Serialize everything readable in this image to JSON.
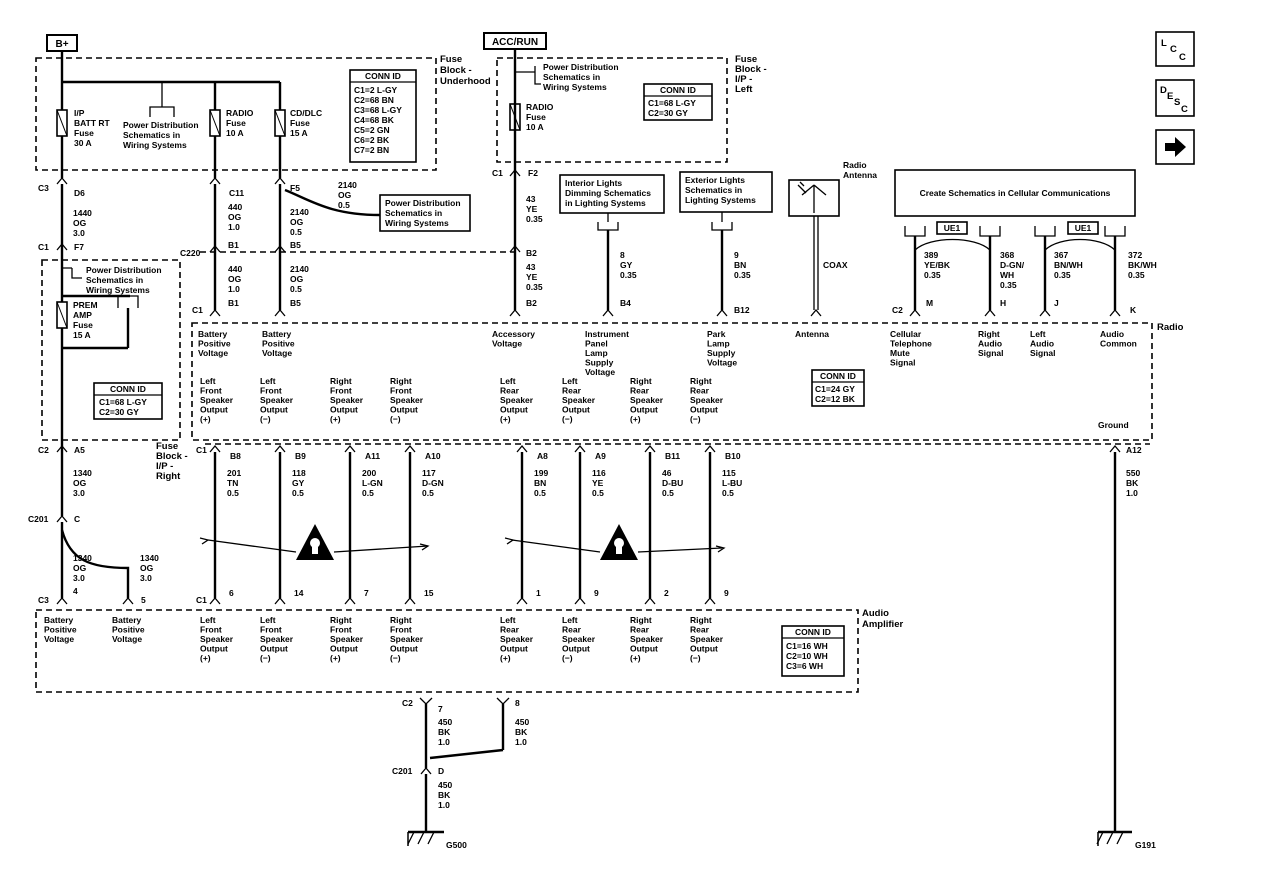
{
  "sources": {
    "batt": "B+",
    "acc": "ACC/RUN"
  },
  "nav_icons": {
    "lcc": [
      "L",
      "C",
      "C"
    ],
    "desc": [
      "D",
      "E",
      "S",
      "C"
    ],
    "arrow": "right-arrow-icon"
  },
  "underhood": {
    "title": [
      "Fuse",
      "Block -",
      "Underhood"
    ],
    "fuse1": [
      "I/P",
      "BATT RT",
      "Fuse",
      "30 A"
    ],
    "pd_note": [
      "Power Distribution",
      "Schematics in",
      "Wiring Systems"
    ],
    "fuse2": [
      "RADIO",
      "Fuse",
      "10 A"
    ],
    "fuse3": [
      "CD/DLC",
      "Fuse",
      "15 A"
    ],
    "conn_title": "CONN ID",
    "conn": [
      "C1=2 L-GY",
      "C2=68 BN",
      "C3=68 L-GY",
      "C4=68 BK",
      "C5=2 GN",
      "C6=2 BK",
      "C7=2 BN"
    ]
  },
  "ip_left": {
    "title": [
      "Fuse",
      "Block -",
      "I/P -",
      "Left"
    ],
    "pd_note": [
      "Power Distribution",
      "Schematics in",
      "Wiring Systems"
    ],
    "fuse": [
      "RADIO",
      "Fuse",
      "10 A"
    ],
    "conn_title": "CONN ID",
    "conn": [
      "C1=68 L-GY",
      "C2=30 GY"
    ]
  },
  "ip_right": {
    "title": [
      "Fuse",
      "Block -",
      "I/P -",
      "Right"
    ],
    "pd_note": [
      "Power Distribution",
      "Schematics in",
      "Wiring Systems"
    ],
    "fuse": [
      "PREM",
      "AMP",
      "Fuse",
      "15 A"
    ],
    "conn_title": "CONN ID",
    "conn": [
      "C1=68 L-GY",
      "C2=30 GY"
    ]
  },
  "pd_box_mid": [
    "Power Distribution",
    "Schematics in",
    "Wiring Systems"
  ],
  "interior_box": [
    "Interior Lights",
    "Dimming Schematics",
    "in Lighting Systems"
  ],
  "exterior_box": [
    "Exterior Lights",
    "Schematics in",
    "Lighting Systems"
  ],
  "cellular_box": "Create Schematics in Cellular Communications",
  "antenna": {
    "title": [
      "Radio",
      "Antenna"
    ],
    "coax": "COAX"
  },
  "radio": {
    "title": "Radio",
    "conn_title": "CONN ID",
    "conn": [
      "C1=24 GY",
      "C2=12 BK"
    ],
    "ground": "Ground"
  },
  "amp": {
    "title": [
      "Audio",
      "Amplifier"
    ],
    "conn_title": "CONN ID",
    "conn": [
      "C1=16 WH",
      "C2=10 WH",
      "C3=6 WH"
    ]
  },
  "conn_marks": {
    "c3": "C3",
    "c1": "C1",
    "c2": "C2",
    "c220": "C220",
    "c201": "C201",
    "ue1": "UE1",
    "d6": "D6",
    "f7": "F7",
    "a5": "A5",
    "c": "C",
    "c11": "C11",
    "f5": "F5",
    "f2": "F2",
    "b1": "B1",
    "b5": "B5",
    "b2": "B2",
    "b4": "B4",
    "b12": "B12",
    "m": "M",
    "h": "H",
    "j": "J",
    "k": "K",
    "a12": "A12",
    "d": "D"
  },
  "wires": {
    "w1440": [
      "1440",
      "OG",
      "3.0"
    ],
    "w440": [
      "440",
      "OG",
      "1.0"
    ],
    "w2140": [
      "2140",
      "OG",
      "0.5"
    ],
    "w2140s": [
      "2140",
      "OG",
      "0.5"
    ],
    "w43": [
      "43",
      "YE",
      "0.35"
    ],
    "w8": [
      "8",
      "GY",
      "0.35"
    ],
    "w9": [
      "9",
      "BN",
      "0.35"
    ],
    "w1340": [
      "1340",
      "OG",
      "3.0"
    ],
    "w1340a": [
      "1340",
      "OG",
      "3.0"
    ],
    "w1340b": [
      "1340",
      "OG",
      "3.0"
    ],
    "w550": [
      "550",
      "BK",
      "1.0"
    ],
    "w450a": [
      "450",
      "BK",
      "1.0"
    ],
    "w450b": [
      "450",
      "BK",
      "1.0"
    ],
    "w450c": [
      "450",
      "BK",
      "1.0"
    ],
    "w389": [
      "389",
      "YE/BK",
      "0.35"
    ],
    "w368": [
      "368",
      "D-GN/",
      "WH",
      "0.35"
    ],
    "w367": [
      "367",
      "BN/WH",
      "0.35"
    ],
    "w372": [
      "372",
      "BK/WH",
      "0.35"
    ]
  },
  "radio_pins_top": [
    {
      "label": [
        "Battery",
        "Positive",
        "Voltage"
      ]
    },
    {
      "label": [
        "Battery",
        "Positive",
        "Voltage"
      ]
    },
    {
      "label": [
        "Accessory",
        "Voltage"
      ]
    },
    {
      "label": [
        "Instrument",
        "Panel",
        "Lamp",
        "Supply",
        "Voltage"
      ]
    },
    {
      "label": [
        "Park",
        "Lamp",
        "Supply",
        "Voltage"
      ]
    },
    {
      "label": [
        "Antenna"
      ]
    },
    {
      "label": [
        "Cellular",
        "Telephone",
        "Mute",
        "Signal"
      ]
    },
    {
      "label": [
        "Right",
        "Audio",
        "Signal"
      ]
    },
    {
      "label": [
        "Left",
        "Audio",
        "Signal"
      ]
    },
    {
      "label": [
        "Audio",
        "Common"
      ]
    }
  ],
  "speakers": [
    {
      "label": [
        "Left",
        "Front",
        "Speaker",
        "Output",
        "(+)"
      ],
      "rpin": "B8",
      "circuit": "201",
      "color": "TN",
      "size": "0.5",
      "apin": "6"
    },
    {
      "label": [
        "Left",
        "Front",
        "Speaker",
        "Output",
        "(−)"
      ],
      "rpin": "B9",
      "circuit": "118",
      "color": "GY",
      "size": "0.5",
      "apin": "14"
    },
    {
      "label": [
        "Right",
        "Front",
        "Speaker",
        "Output",
        "(+)"
      ],
      "rpin": "A11",
      "circuit": "200",
      "color": "L-GN",
      "size": "0.5",
      "apin": "7"
    },
    {
      "label": [
        "Right",
        "Front",
        "Speaker",
        "Output",
        "(−)"
      ],
      "rpin": "A10",
      "circuit": "117",
      "color": "D-GN",
      "size": "0.5",
      "apin": "15"
    },
    {
      "label": [
        "Left",
        "Rear",
        "Speaker",
        "Output",
        "(+)"
      ],
      "rpin": "A8",
      "circuit": "199",
      "color": "BN",
      "size": "0.5",
      "apin": "1"
    },
    {
      "label": [
        "Left",
        "Rear",
        "Speaker",
        "Output",
        "(−)"
      ],
      "rpin": "A9",
      "circuit": "116",
      "color": "YE",
      "size": "0.5",
      "apin": "9"
    },
    {
      "label": [
        "Right",
        "Rear",
        "Speaker",
        "Output",
        "(+)"
      ],
      "rpin": "B11",
      "circuit": "46",
      "color": "D-BU",
      "size": "0.5",
      "apin": "2"
    },
    {
      "label": [
        "Right",
        "Rear",
        "Speaker",
        "Output",
        "(−)"
      ],
      "rpin": "B10",
      "circuit": "115",
      "color": "L-BU",
      "size": "0.5",
      "apin": "9"
    }
  ],
  "amp_power": [
    {
      "label": [
        "Battery",
        "Positive",
        "Voltage"
      ],
      "pin": "4"
    },
    {
      "label": [
        "Battery",
        "Positive",
        "Voltage"
      ],
      "pin": "5"
    }
  ],
  "grounds": {
    "g500": "G500",
    "g191": "G191"
  }
}
